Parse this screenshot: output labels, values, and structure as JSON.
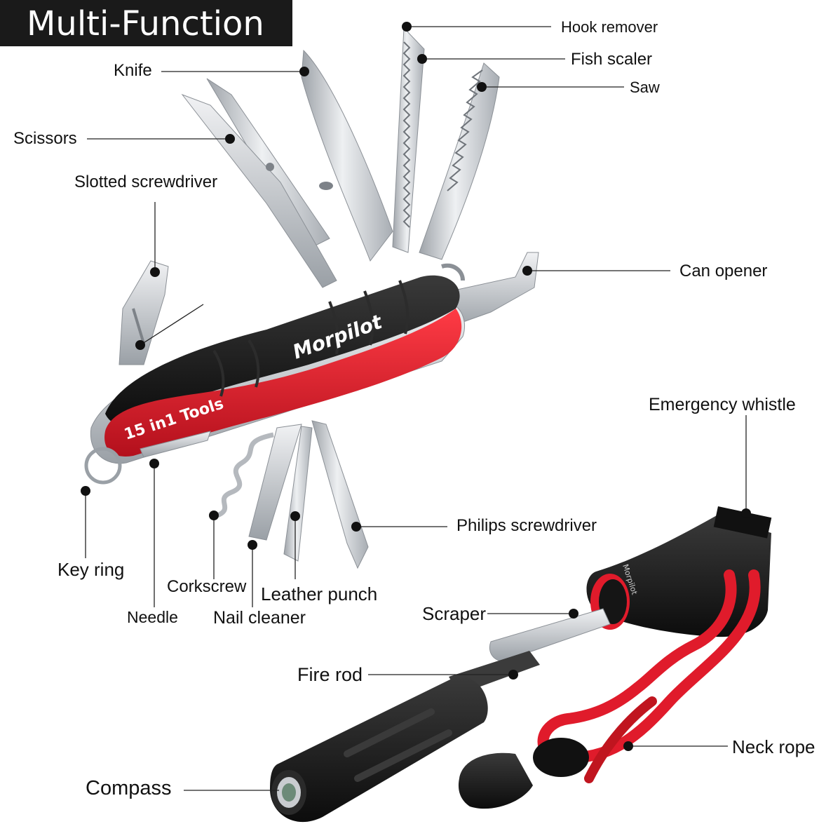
{
  "banner": {
    "title": "Multi-Function"
  },
  "product": {
    "brand": "Morpilot",
    "badge": "15 in1 Tools",
    "whistle_brand": "Morpilot"
  },
  "colors": {
    "accent_red": "#e01b2b",
    "handle_black": "#151515",
    "steel": "#c9ccd0",
    "banner_bg": "#1a1a1a"
  },
  "callouts": [
    {
      "key": "hook_remover",
      "text": "Hook remover"
    },
    {
      "key": "fish_scaler",
      "text": "Fish scaler"
    },
    {
      "key": "saw",
      "text": "Saw"
    },
    {
      "key": "knife",
      "text": "Knife"
    },
    {
      "key": "scissors",
      "text": "Scissors"
    },
    {
      "key": "slotted_screwdriver",
      "text": "Slotted screwdriver"
    },
    {
      "key": "can_opener",
      "text": "Can opener"
    },
    {
      "key": "emergency_whistle",
      "text": "Emergency whistle"
    },
    {
      "key": "philips_screwdriver",
      "text": "Philips screwdriver"
    },
    {
      "key": "key_ring",
      "text": "Key ring"
    },
    {
      "key": "corkscrew",
      "text": "Corkscrew"
    },
    {
      "key": "leather_punch",
      "text": "Leather punch"
    },
    {
      "key": "needle",
      "text": "Needle"
    },
    {
      "key": "nail_cleaner",
      "text": "Nail cleaner"
    },
    {
      "key": "scraper",
      "text": "Scraper"
    },
    {
      "key": "fire_rod",
      "text": "Fire rod"
    },
    {
      "key": "neck_rope",
      "text": "Neck rope"
    },
    {
      "key": "compass",
      "text": "Compass"
    }
  ]
}
